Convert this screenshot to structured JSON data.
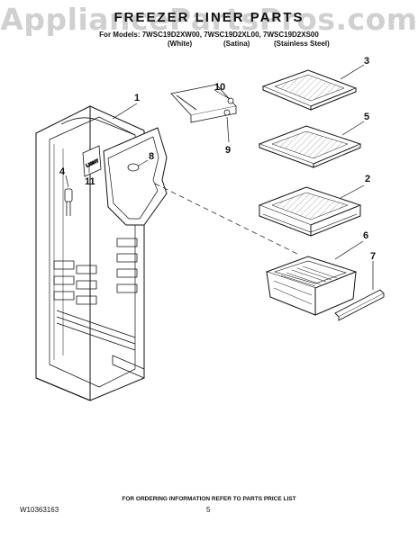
{
  "watermark": "AppliancePartsPros.com",
  "header": {
    "title": "FREEZER LINER PARTS",
    "models": "For Models: 7WSC19D2XW00, 7WSC19D2XL00, 7WSC19D2XS00",
    "finishes": [
      "(White)",
      "(Satina)",
      "(Stainless Steel)"
    ]
  },
  "diagram": {
    "callouts": [
      "1",
      "2",
      "3",
      "4",
      "5",
      "6",
      "7",
      "8",
      "9",
      "10",
      "11"
    ],
    "control_label": "LIGHT"
  },
  "footer": {
    "ordering_info": "FOR ORDERING INFORMATION REFER TO PARTS PRICE LIST",
    "doc_code": "W10363163",
    "page_number": "5"
  }
}
